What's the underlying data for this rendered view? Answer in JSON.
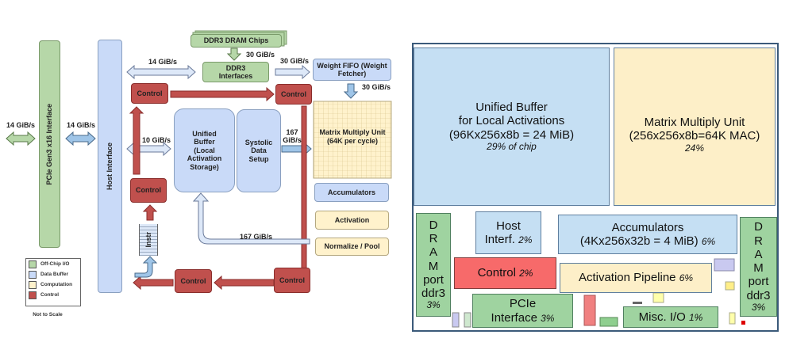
{
  "block_diagram": {
    "pcie": "PCIe Gen3 x16 Interface",
    "host_interface": "Host Interface",
    "ddr3_chips": "DDR3 DRAM Chips",
    "ddr3_interfaces": "DDR3 Interfaces",
    "weight_fifo": "Weight FIFO (Weight Fetcher)",
    "matrix_unit": "Matrix Multiply Unit (64K per cycle)",
    "unified_buffer": "Unified Buffer (Local Activation Storage)",
    "systolic": "Systolic Data Setup",
    "accumulators": "Accumulators",
    "activation": "Activation",
    "normalize": "Normalize / Pool",
    "control": "Control",
    "instr": "Instr",
    "bw": {
      "ext": "14 GiB/s",
      "pcie_host": "14 GiB/s",
      "host_ddr": "14 GiB/s",
      "chips_ddr": "30 GiB/s",
      "ddr_fifo": "30 GiB/s",
      "fifo_mmu": "30 GiB/s",
      "host_ub": "10 GiB/s",
      "systolic_mmu": "167 GiB/s",
      "return": "167 GiB/s"
    },
    "legend": [
      {
        "label": "Off-Chip I/O",
        "color": "#b6d7a8"
      },
      {
        "label": "Data Buffer",
        "color": "#c9daf8"
      },
      {
        "label": "Computation",
        "color": "#fff2cc"
      },
      {
        "label": "Control",
        "color": "#c0504d"
      }
    ],
    "note": "Not to Scale"
  },
  "floorplan": {
    "ub": {
      "l1": "Unified Buffer",
      "l2": "for Local Activations",
      "l3": "(96Kx256x8b = 24 MiB)",
      "pct": "29% of chip"
    },
    "mmu": {
      "l1": "Matrix Multiply Unit",
      "l2": "(256x256x8b=64K MAC)",
      "pct": "24%"
    },
    "dram_left": {
      "letters": [
        "D",
        "R",
        "A",
        "M"
      ],
      "l1": "port",
      "l2": "ddr3",
      "pct": "3%"
    },
    "dram_right": {
      "letters": [
        "D",
        "R",
        "A",
        "M"
      ],
      "l1": "port",
      "l2": "ddr3",
      "pct": "3%"
    },
    "host": {
      "l1": "Host",
      "l2": "Interf.",
      "pct": "2%"
    },
    "acc": {
      "l1": "Accumulators",
      "l2": "(4Kx256x32b = 4 MiB)",
      "pct": "6%"
    },
    "control": {
      "l1": "Control",
      "pct": "2%"
    },
    "act": {
      "l1": "Activation Pipeline",
      "pct": "6%"
    },
    "pcie": {
      "l1": "PCIe",
      "l2": "Interface",
      "pct": "3%"
    },
    "misc": {
      "l1": "Misc. I/O",
      "pct": "1%"
    }
  }
}
